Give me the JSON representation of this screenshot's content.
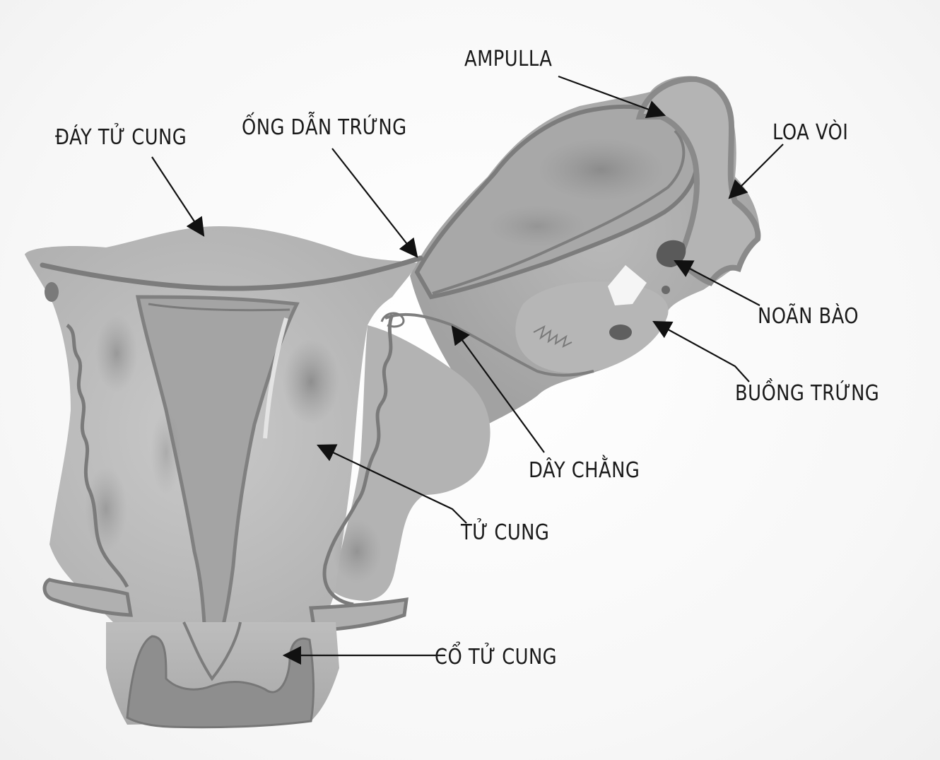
{
  "labels": {
    "ampulla": "AMPULLA",
    "loa_voi": "LOA VÒI",
    "day_tu_cung": "ĐÁY TỬ CUNG",
    "ong_dan_trung": "ỐNG DẪN TRỨNG",
    "noan_bao": "NOÃN BÀO",
    "buong_trung": "BUỒNG TRỨNG",
    "day_chang": "DÂY CHẰNG",
    "tu_cung": "TỬ CUNG",
    "co_tu_cung": "CỔ TỬ CUNG"
  },
  "colors": {
    "tissue_light": "#bdbdbd",
    "tissue_mid": "#9a9a9a",
    "tissue_dark": "#6e6e6e",
    "outline": "#7a7a7a",
    "text": "#1a1a1a"
  }
}
